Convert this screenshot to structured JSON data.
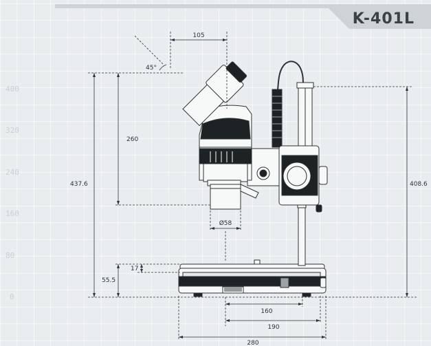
{
  "model": {
    "title": "K-401L"
  },
  "scale": {
    "labels": [
      "400",
      "320",
      "240",
      "160",
      "80",
      "0"
    ]
  },
  "dimensions": {
    "eyepiece_offset": "105",
    "eyepiece_angle": "45°",
    "eyepiece_height": "260",
    "total_height": "437.6",
    "pillar_height": "408.6",
    "objective_diameter": "Ø58",
    "base_height_small": "17",
    "base_height": "55.5",
    "depth_pillar": "160",
    "depth_base": "190",
    "width_total": "280"
  },
  "colors": {
    "background": "#e9edef",
    "grid": "#ffffff",
    "line": "#2c3336",
    "banner": "#cdd3d6",
    "body_light": "#f7f8f8",
    "body_dark": "#1d2224"
  }
}
